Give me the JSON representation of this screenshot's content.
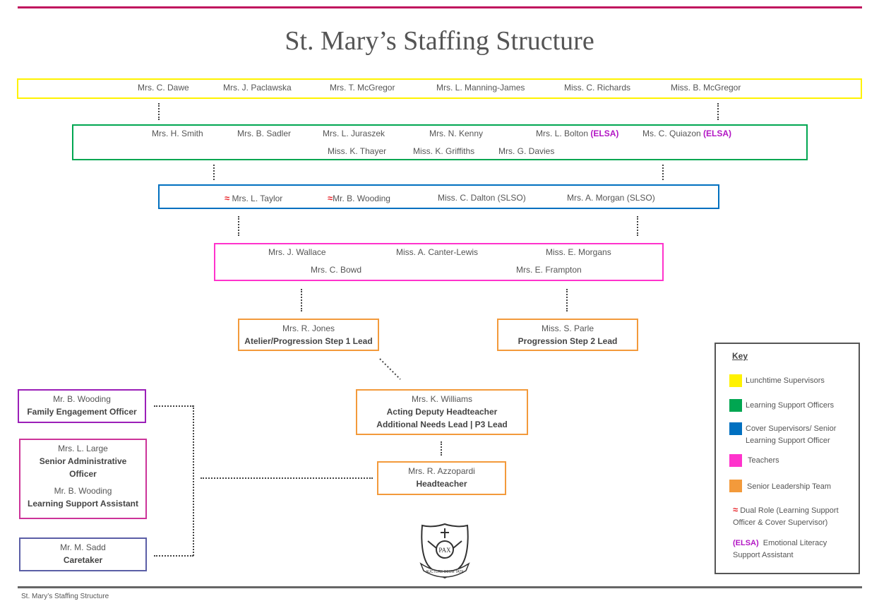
{
  "title": "St. Mary’s Staffing Structure",
  "footer": "St. Mary’s Staffing Structure",
  "colors": {
    "lunchtime": "#fff200",
    "lso": "#00a651",
    "cover": "#0070c0",
    "teachers": "#ff33cc",
    "slt": "#f39a3b",
    "elsa": "#b215c4",
    "dual": "#e8262b",
    "rule_top": "#c0145e"
  },
  "lunchtime_supervisors": [
    "Mrs. C. Dawe",
    "Mrs. J. Paclawska",
    "Mrs. T. McGregor",
    "Mrs. L. Manning-James",
    "Miss. C. Richards",
    "Miss. B. McGregor"
  ],
  "learning_support_officers": {
    "row1": [
      "Mrs. H. Smith",
      "Mrs. B. Sadler",
      "Mrs. L. Juraszek",
      "Mrs. N. Kenny"
    ],
    "elsa": [
      {
        "name": "Mrs. L. Bolton",
        "tag": "(ELSA)"
      },
      {
        "name": "Ms. C. Quiazon",
        "tag": "(ELSA)"
      }
    ],
    "row2": [
      "Miss. K. Thayer",
      "Miss. K. Griffiths",
      "Mrs. G. Davies"
    ]
  },
  "cover_supervisors": {
    "dual_symbol": "≈",
    "dual_names": [
      "Mrs. L. Taylor",
      "Mr. B. Wooding"
    ],
    "others": [
      "Miss. C. Dalton (SLSO)",
      "Mrs. A. Morgan (SLSO)"
    ]
  },
  "teachers": {
    "row1": [
      "Mrs. J. Wallace",
      "Miss. A. Canter-Lewis",
      "Miss. E. Morgans"
    ],
    "row2": [
      "Mrs. C. Bowd",
      "Mrs. E. Frampton"
    ]
  },
  "leads": {
    "step1": {
      "name": "Mrs. R. Jones",
      "role": "Atelier/Progression Step 1 Lead"
    },
    "step2": {
      "name": "Miss. S. Parle",
      "role": "Progression Step 2 Lead"
    }
  },
  "deputy": {
    "name": "Mrs. K. Williams",
    "role1": "Acting Deputy Headteacher",
    "role2": "Additional Needs Lead | P3 Lead"
  },
  "head": {
    "name": "Mrs. R. Azzopardi",
    "role": "Headteacher"
  },
  "support_staff": {
    "family": {
      "name": "Mr. B. Wooding",
      "role": "Family Engagement Officer"
    },
    "admin": {
      "name": "Mrs. L. Large",
      "role": "Senior Administrative Officer"
    },
    "lsa": {
      "name": "Mr. B. Wooding",
      "role": "Learning Support Assistant"
    },
    "caretaker": {
      "name": "Mr. M. Sadd",
      "role": "Caretaker"
    }
  },
  "crest": {
    "text_top": "PAX",
    "text_bottom": "AUCTORE DEUM TATE"
  },
  "key": {
    "title": "Key",
    "items": [
      {
        "label": "Lunchtime Supervisors"
      },
      {
        "label": "Learning Support Officers"
      },
      {
        "label": "Cover Supervisors/ Senior Learning Support Officer"
      },
      {
        "label": "Teachers"
      },
      {
        "label": "Senior Leadership Team"
      }
    ],
    "dual_symbol": "≈",
    "dual_label": "Dual Role (Learning Support Officer & Cover Supervisor)",
    "elsa_tag": "(ELSA)",
    "elsa_label": "Emotional Literacy Support  Assistant"
  }
}
